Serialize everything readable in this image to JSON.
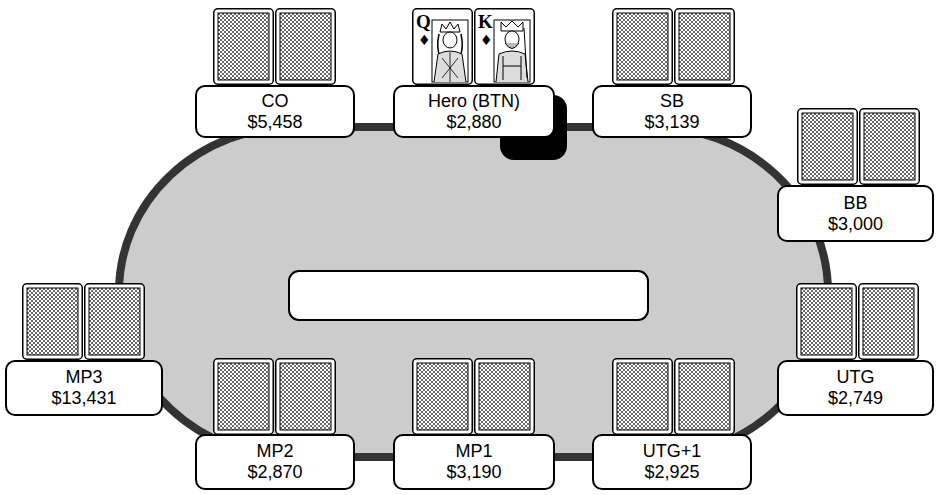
{
  "diagram": {
    "nodes": [
      {
        "text": [
          "CO",
          "$5,458"
        ]
      },
      {
        "text": [
          "Hero (BTN)",
          "$2,880"
        ]
      },
      {
        "text": [
          "SB",
          "$3,139"
        ]
      },
      {
        "text": [
          "BB",
          "$3,000"
        ]
      },
      {
        "text": [
          "MP3",
          "$13,431"
        ]
      },
      {
        "text": [
          "UTG",
          "$2,749"
        ]
      },
      {
        "text": [
          "MP2",
          "$2,870"
        ]
      },
      {
        "text": [
          "MP1",
          "$3,190"
        ]
      },
      {
        "text": [
          "UTG+1",
          "$2,925"
        ]
      }
    ],
    "labels": [
      "Q",
      "♦",
      "K",
      "♦"
    ]
  }
}
